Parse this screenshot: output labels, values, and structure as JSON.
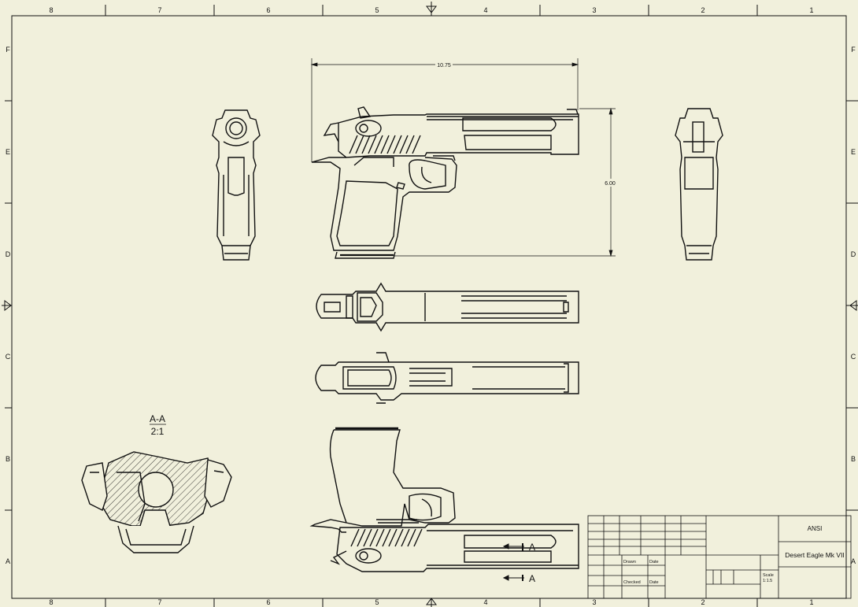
{
  "frame": {
    "columns_top": [
      "8",
      "7",
      "6",
      "5",
      "4",
      "3",
      "2",
      "1"
    ],
    "columns_bottom": [
      "8",
      "7",
      "6",
      "5",
      "4",
      "3",
      "2",
      "1"
    ],
    "rows_left": [
      "F",
      "E",
      "D",
      "C",
      "B",
      "A"
    ],
    "rows_right": [
      "F",
      "E",
      "D",
      "C",
      "B",
      "A"
    ]
  },
  "dimensions": {
    "overall_length": "10.75",
    "overall_height": "6.00"
  },
  "section_view": {
    "label": "A-A",
    "scale": "2:1"
  },
  "section_markers": {
    "upper": "A",
    "lower": "A"
  },
  "title_block": {
    "standard": "ANSI",
    "title": "Desert Eagle Mk VII",
    "drawn_role": "Drawn",
    "checked_role": "Checked",
    "date_col": "Date",
    "scale_text": "Scale",
    "scale_value": "1:1.5"
  },
  "colors": {
    "paper": "#f1f0dc",
    "line": "#111111"
  }
}
